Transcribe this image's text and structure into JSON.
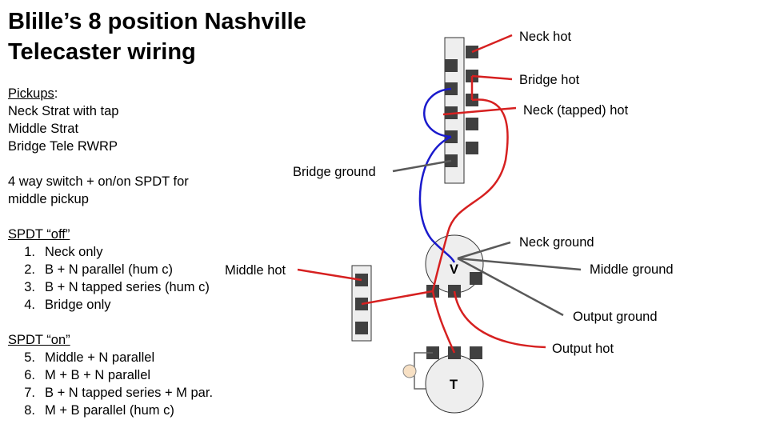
{
  "title": {
    "line1": "Blille’s 8 position Nashville",
    "line2": "Telecaster wiring"
  },
  "pickups": {
    "heading": "Pickups",
    "colon": ":",
    "items": [
      "Neck Strat with tap",
      "Middle Strat",
      "Bridge Tele RWRP"
    ]
  },
  "switch_note": {
    "line1": "4 way switch + on/on SPDT for",
    "line2": "middle pickup"
  },
  "spdt_off": {
    "heading": "SPDT “off”",
    "items": [
      {
        "num": "1.",
        "text": "Neck only"
      },
      {
        "num": "2.",
        "text": "B + N parallel (hum c)"
      },
      {
        "num": "3.",
        "text": "B + N tapped series (hum c)"
      },
      {
        "num": "4.",
        "text": "Bridge only"
      }
    ]
  },
  "spdt_on": {
    "heading": "SPDT “on”",
    "items": [
      {
        "num": "5.",
        "text": "Middle + N parallel"
      },
      {
        "num": "6.",
        "text": "M + B + N parallel"
      },
      {
        "num": "7.",
        "text": "B + N tapped series + M par."
      },
      {
        "num": "8.",
        "text": "M + B parallel (hum c)"
      }
    ]
  },
  "diagram": {
    "labels": {
      "neck_hot": "Neck hot",
      "bridge_hot": "Bridge hot",
      "neck_tapped_hot": "Neck (tapped) hot",
      "bridge_ground": "Bridge ground",
      "neck_ground": "Neck ground",
      "middle_ground": "Middle ground",
      "middle_hot": "Middle hot",
      "output_ground": "Output ground",
      "output_hot": "Output hot"
    },
    "pots": {
      "volume": "V",
      "tone": "T"
    },
    "colors": {
      "hot_wire": "#d62020",
      "ground_wire": "#595959",
      "jumper_wire": "#1a1acc",
      "lug": "#404040",
      "switch_body": "#eeeeee",
      "capacitor": "#f7e0c4"
    }
  }
}
